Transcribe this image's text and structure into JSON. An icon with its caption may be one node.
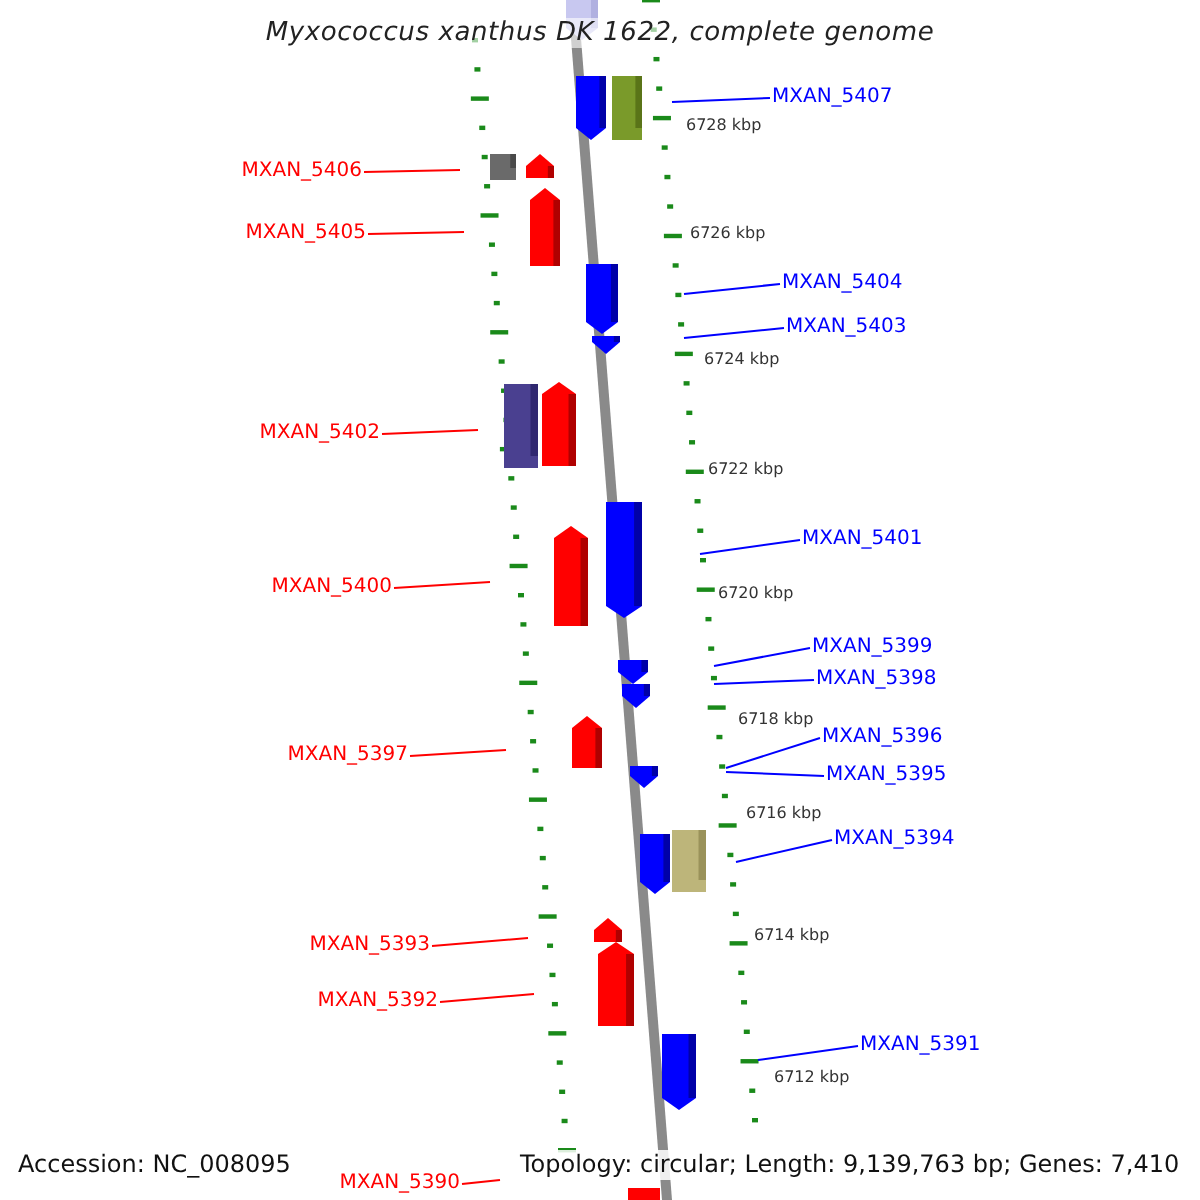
{
  "diagram": {
    "title": "Myxococcus xanthus DK 1622, complete genome",
    "nodes": [
      {
        "text": [
          "MXAN_5407"
        ]
      },
      {
        "text": [
          "MXAN_5406"
        ]
      },
      {
        "text": [
          "MXAN_5405"
        ]
      },
      {
        "text": [
          "MXAN_5404"
        ]
      },
      {
        "text": [
          "MXAN_5403"
        ]
      },
      {
        "text": [
          "MXAN_5402"
        ]
      },
      {
        "text": [
          "MXAN_5401"
        ]
      },
      {
        "text": [
          "MXAN_5400"
        ]
      },
      {
        "text": [
          "MXAN_5399"
        ]
      },
      {
        "text": [
          "MXAN_5398"
        ]
      },
      {
        "text": [
          "MXAN_5396"
        ]
      },
      {
        "text": [
          "MXAN_5395"
        ]
      },
      {
        "text": [
          "MXAN_5397"
        ]
      },
      {
        "text": [
          "MXAN_5394"
        ]
      },
      {
        "text": [
          "MXAN_5393"
        ]
      },
      {
        "text": [
          "MXAN_5392"
        ]
      },
      {
        "text": [
          "MXAN_5391"
        ]
      },
      {
        "text": [
          "MXAN_5390"
        ]
      }
    ],
    "edges": [
      {
        "from": 0,
        "to": null,
        "arrow": "none"
      },
      {
        "from": 1,
        "to": null,
        "arrow": "none",
        "color": "#ff0000"
      },
      {
        "from": 2,
        "to": null,
        "arrow": "none",
        "color": "#ff0000"
      },
      {
        "from": 3,
        "to": null,
        "arrow": "none"
      },
      {
        "from": 4,
        "to": null,
        "arrow": "none"
      },
      {
        "from": 5,
        "to": null,
        "arrow": "none",
        "color": "#ff0000"
      },
      {
        "from": 6,
        "to": null,
        "arrow": "none"
      },
      {
        "from": 7,
        "to": null,
        "arrow": "none",
        "color": "#ff0000"
      },
      {
        "from": 8,
        "to": null,
        "arrow": "none"
      },
      {
        "from": 9,
        "to": null,
        "arrow": "none"
      },
      {
        "from": 10,
        "to": null,
        "arrow": "none"
      },
      {
        "from": 11,
        "to": null,
        "arrow": "none"
      },
      {
        "from": 12,
        "to": null,
        "arrow": "none",
        "color": "#ff0000"
      },
      {
        "from": 13,
        "to": null,
        "arrow": "none"
      },
      {
        "from": 14,
        "to": null,
        "arrow": "none",
        "color": "#ff0000"
      },
      {
        "from": 15,
        "to": null,
        "arrow": "none",
        "color": "#ff0000"
      },
      {
        "from": 16,
        "to": null,
        "arrow": "none"
      },
      {
        "from": 17,
        "to": null,
        "arrow": "none",
        "color": "#ff0000"
      }
    ],
    "labels": [
      "6728 kbp",
      "6726 kbp",
      "6724 kbp",
      "6722 kbp",
      "6720 kbp",
      "6718 kbp",
      "6716 kbp",
      "6714 kbp",
      "6712 kbp",
      "Accession: NC_008095",
      "Topology: circular; Length: 9,139,763 bp; Genes: 7,410"
    ]
  }
}
